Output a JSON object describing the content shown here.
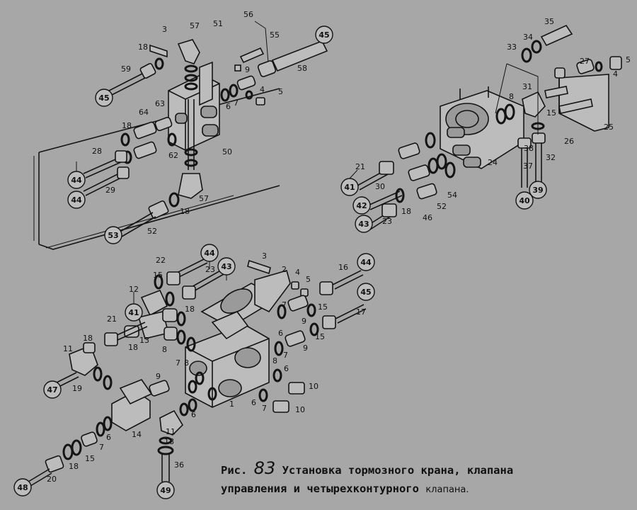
{
  "caption": {
    "prefix": "Рис.",
    "number": "83",
    "line1": "Установка тормозного крана, клапана",
    "line2": "управления и четырехконтурного",
    "line2_end": "клапана."
  },
  "callouts": {
    "top_left": {
      "circled": [
        "45",
        "45",
        "44",
        "44",
        "53"
      ],
      "labels": [
        "3",
        "57",
        "51",
        "56",
        "55",
        "18",
        "59",
        "9",
        "58",
        "7",
        "6",
        "4",
        "5",
        "63",
        "64",
        "18",
        "28",
        "29",
        "62",
        "50",
        "57",
        "18",
        "52"
      ]
    },
    "top_right": {
      "circled": [
        "41",
        "42",
        "43",
        "40",
        "39"
      ],
      "labels": [
        "35",
        "34",
        "33",
        "27",
        "5",
        "4",
        "31",
        "8",
        "15",
        "25",
        "26",
        "38",
        "32",
        "37",
        "24",
        "21",
        "30",
        "52",
        "54",
        "18",
        "46",
        "23"
      ]
    },
    "bottom": {
      "circled": [
        "44",
        "43",
        "41",
        "47",
        "48",
        "49",
        "44",
        "45"
      ],
      "labels": [
        "3",
        "2",
        "4",
        "5",
        "22",
        "23",
        "15",
        "12",
        "18",
        "21",
        "13",
        "18",
        "8",
        "11",
        "19",
        "18",
        "16",
        "15",
        "17",
        "7",
        "9",
        "9",
        "15",
        "6",
        "8",
        "7",
        "6",
        "10",
        "10",
        "6",
        "7",
        "1",
        "8",
        "9",
        "7",
        "6",
        "14",
        "11",
        "18",
        "36",
        "7",
        "6",
        "15",
        "18",
        "20"
      ]
    }
  }
}
